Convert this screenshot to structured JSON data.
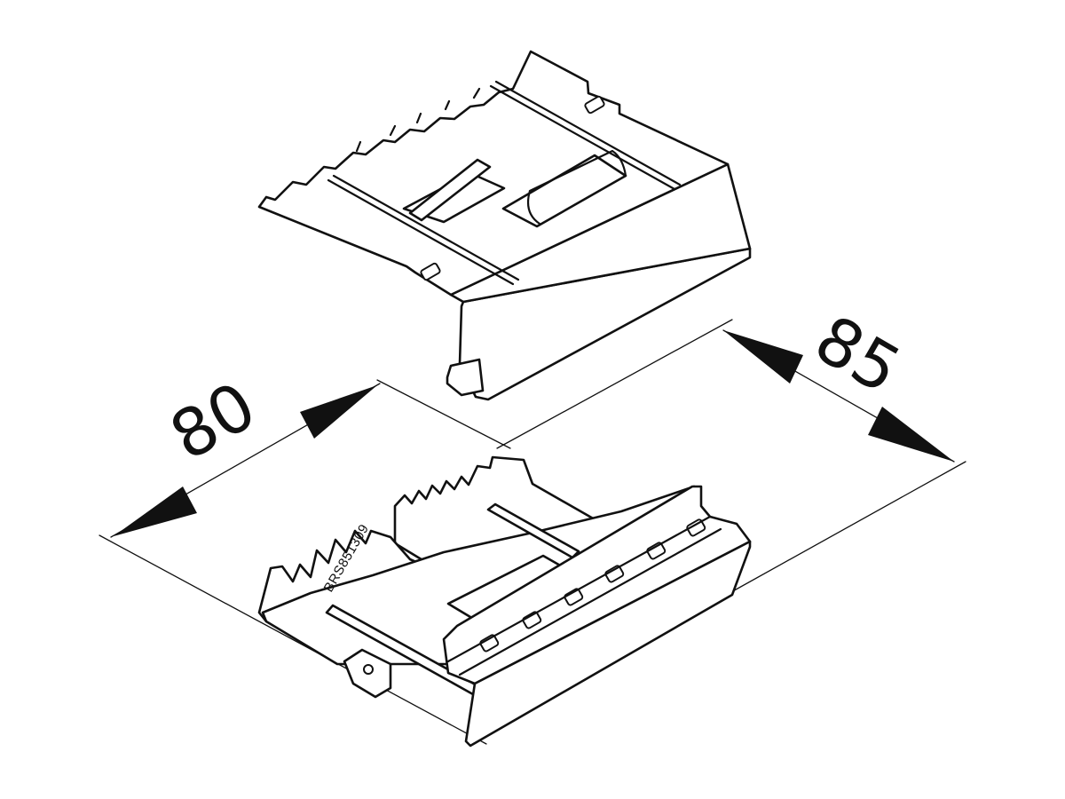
{
  "dimensions": {
    "width_label": "80",
    "depth_label": "85"
  },
  "part_code": "BRS851309",
  "colors": {
    "stroke": "#111111",
    "background": "#ffffff"
  }
}
